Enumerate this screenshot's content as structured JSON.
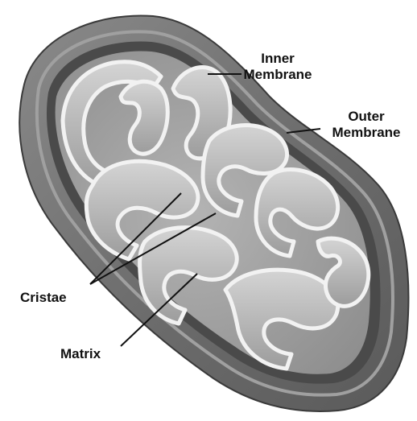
{
  "diagram": {
    "labels": {
      "inner_membrane_line1": "Inner",
      "inner_membrane_line2": "Membrane",
      "outer_membrane_line1": "Outer",
      "outer_membrane_line2": "Membrane",
      "cristae": "Cristae",
      "matrix": "Matrix"
    },
    "colors": {
      "outer_membrane": "#6e6e6e",
      "outer_membrane_rim": "#8a8a8a",
      "interior_shadow": "#4a4a4a",
      "matrix": "#a7a7a7",
      "cristae_fill": "#bdbdbd",
      "membrane_highlight": "#f2f2f2",
      "leader_lines": "#111111",
      "label_text": "#111111"
    }
  }
}
